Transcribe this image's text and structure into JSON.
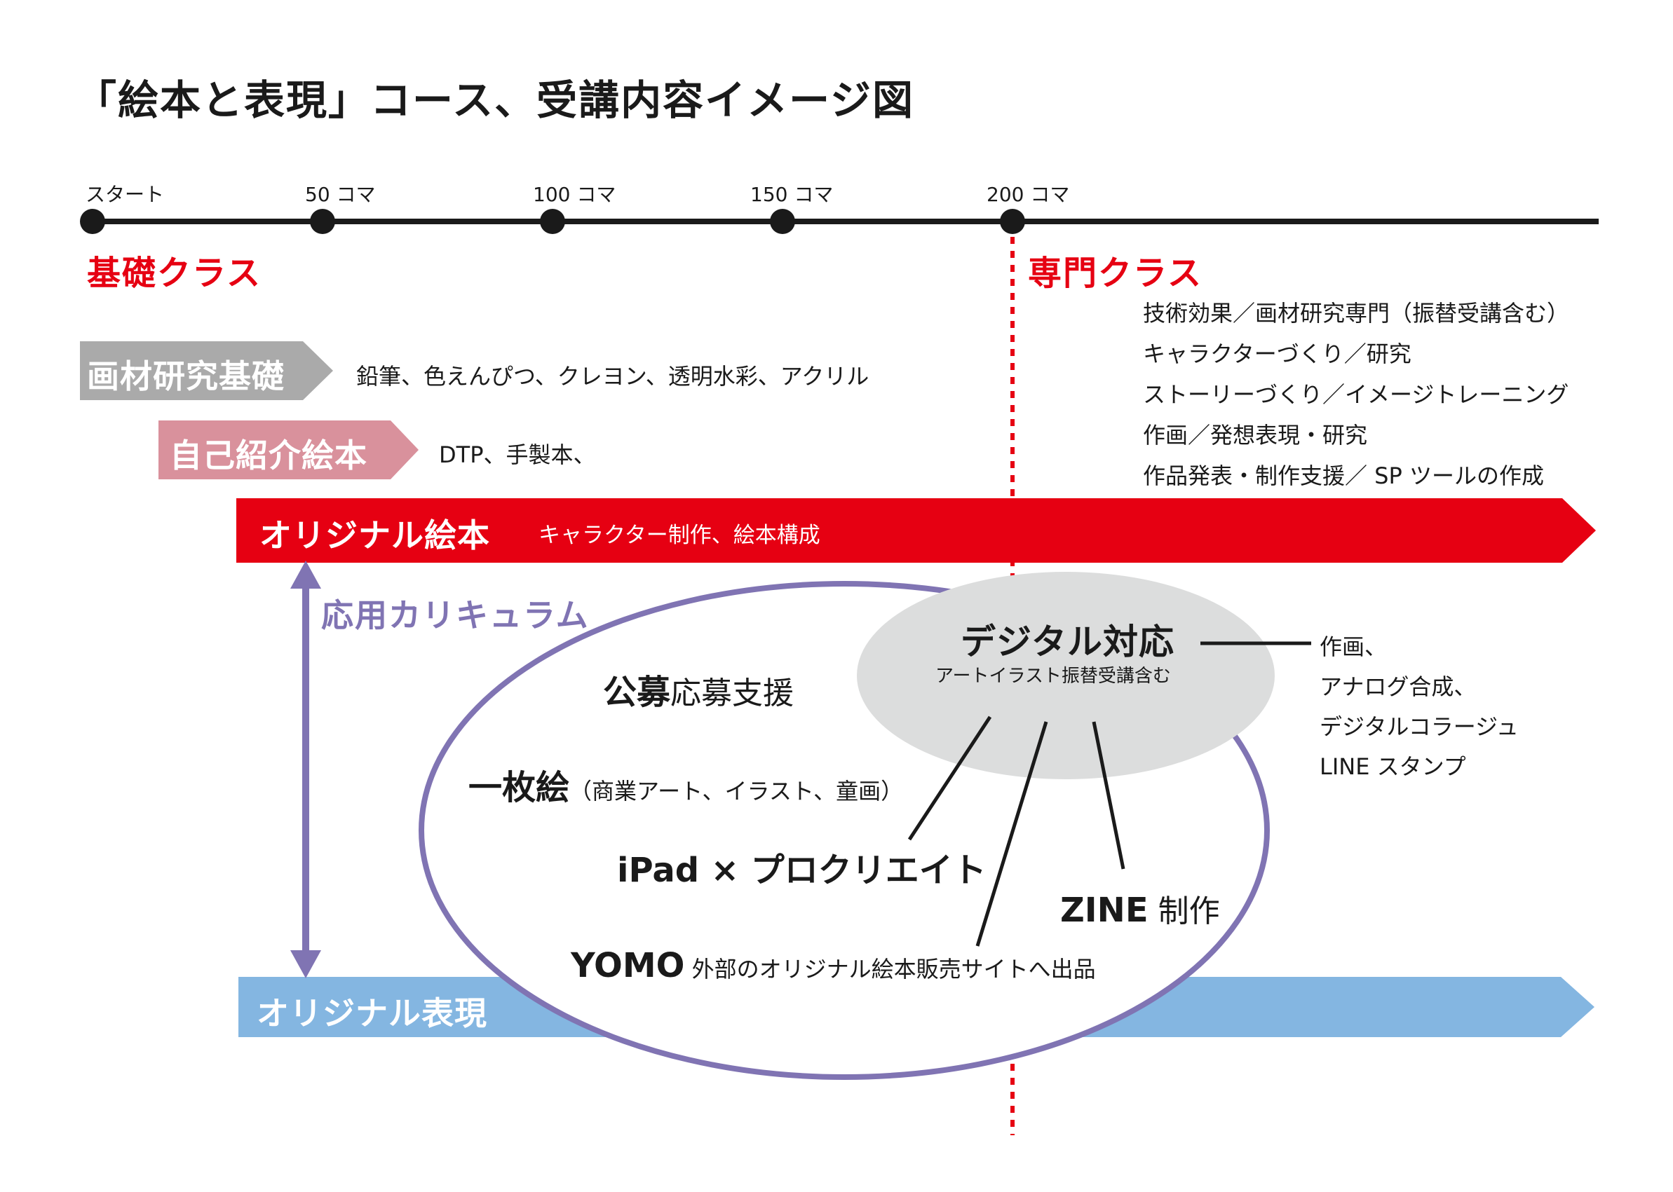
{
  "title": "「絵本と表現」コース、受講内容イメージ図",
  "timeline": {
    "ticks": [
      "スタート",
      "50 コマ",
      "100 コマ",
      "150 コマ",
      "200 コマ"
    ]
  },
  "basic_class": {
    "label": "基礎クラス"
  },
  "specialist_class": {
    "label": "専門クラス",
    "items": [
      "技術効果／画材研究専門（振替受講含む）",
      "キャラクターづくり／研究",
      "ストーリーづくり／イメージトレーニング",
      "作画／発想表現・研究",
      "作品発表・制作支援／ SP ツールの作成"
    ]
  },
  "materials_basic": {
    "label": "画材研究基礎",
    "description": "鉛筆、色えんぴつ、クレヨン、透明水彩、アクリル",
    "color": "#aaaaaa"
  },
  "self_intro_book": {
    "label": "自己紹介絵本",
    "description": "DTP、手製本、",
    "color": "#d9919c"
  },
  "original_book": {
    "label": "オリジナル絵本",
    "description": "キャラクター制作、絵本構成",
    "color": "#e60012"
  },
  "original_expression": {
    "label": "オリジナル表現",
    "color": "#84b6e1"
  },
  "applied_curriculum": {
    "label": "応用カリキュラム",
    "color": "#8074b3"
  },
  "digital": {
    "title": "デジタル対応",
    "subtitle": "アートイラスト振替受講含む",
    "bubble_color": "#dcdddd",
    "items": [
      "作画、",
      "アナログ合成、",
      "デジタルコラージュ",
      "LINE スタンプ"
    ]
  },
  "curriculum_items": {
    "contest_bold": "公募",
    "contest_rest": "応募支援",
    "single_bold": "一枚絵",
    "single_rest": "（商業アート、イラスト、童画）",
    "ipad": "iPad × プロクリエイト",
    "zine_bold": "ZINE",
    "zine_rest": " 制作",
    "yomo_bold": "YOMO",
    "yomo_rest": " 外部のオリジナル絵本販売サイトへ出品"
  }
}
